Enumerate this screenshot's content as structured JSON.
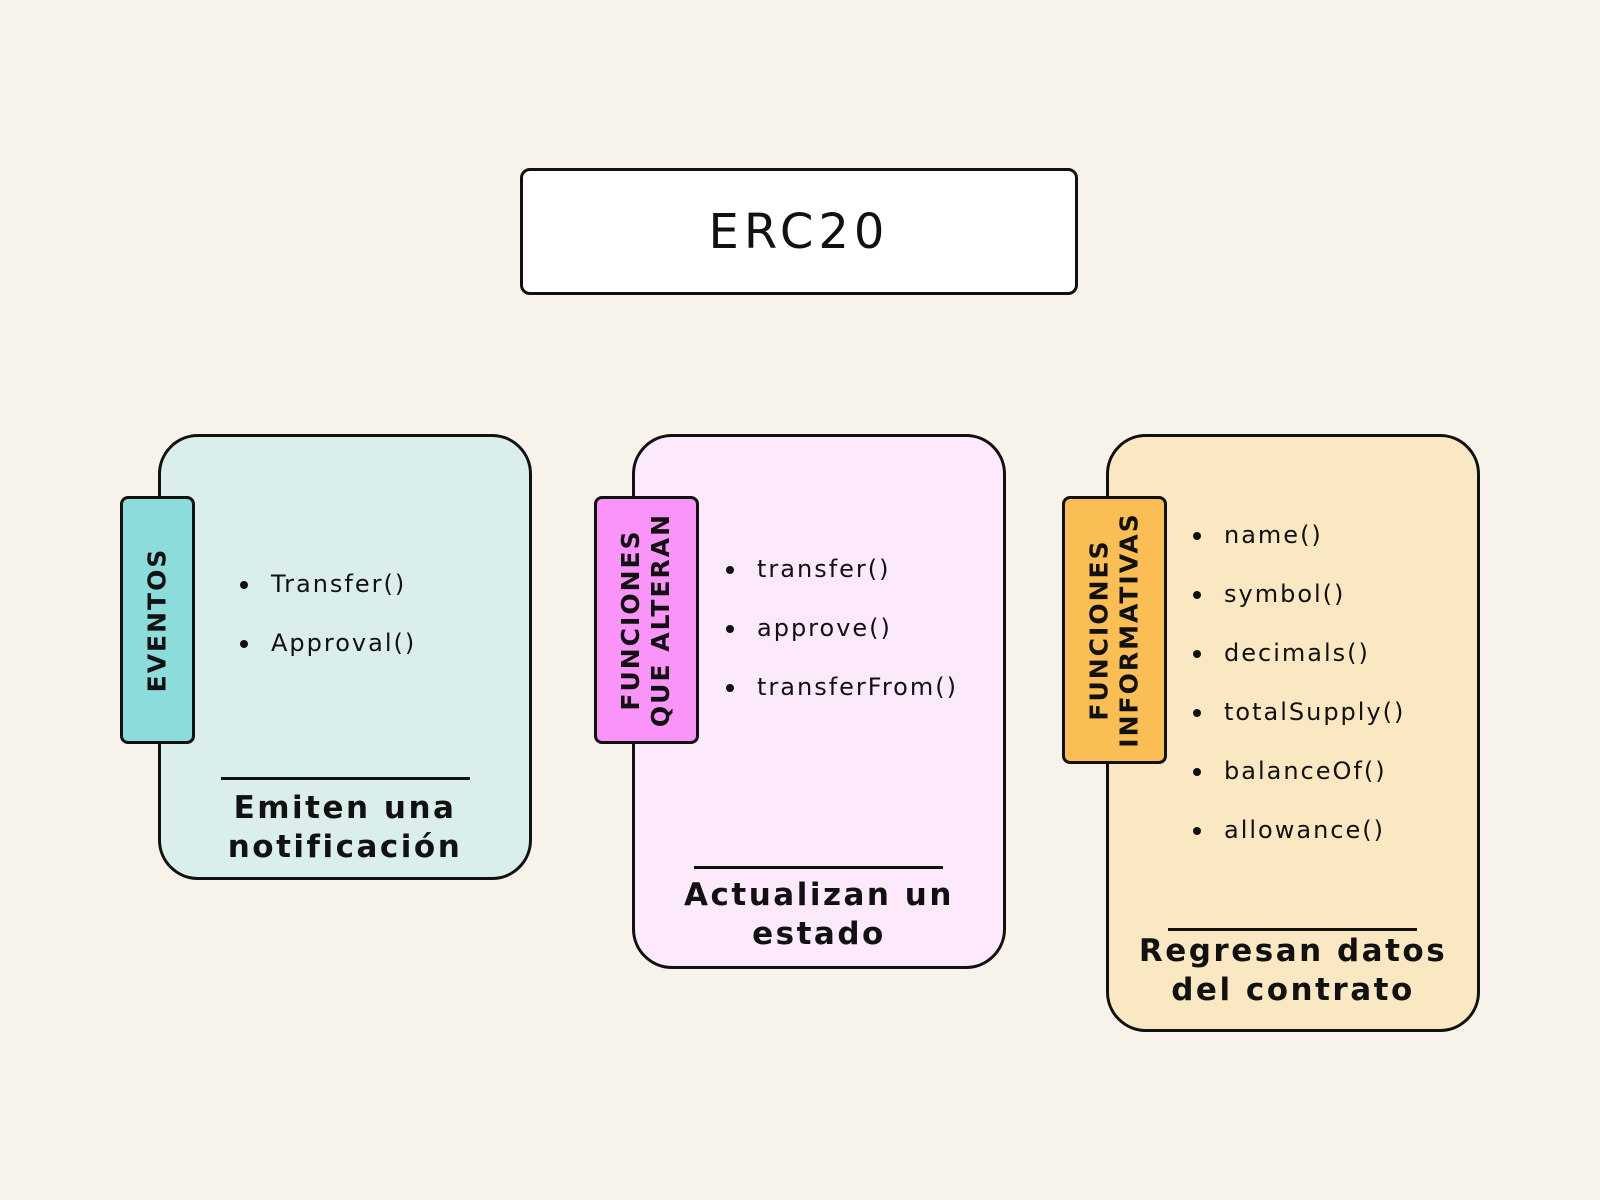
{
  "title": "ERC20",
  "colors": {
    "background": "#f7f2ea",
    "events_card": "#daeeec",
    "events_tab": "#8ddcdc",
    "altering_card": "#fde9fc",
    "altering_tab": "#fb94f9",
    "info_card": "#f9e8c2",
    "info_tab": "#fbbe55"
  },
  "cards": [
    {
      "tab_lines": [
        "EVENTOS"
      ],
      "items": [
        "Transfer()",
        "Approval()"
      ],
      "caption_lines": [
        "Emiten una",
        "notificación"
      ]
    },
    {
      "tab_lines": [
        "FUNCIONES",
        "QUE ALTERAN"
      ],
      "items": [
        "transfer()",
        "approve()",
        "transferFrom()"
      ],
      "caption_lines": [
        "Actualizan un",
        "estado"
      ]
    },
    {
      "tab_lines": [
        "FUNCIONES",
        "INFORMATIVAS"
      ],
      "items": [
        "name()",
        "symbol()",
        "decimals()",
        "totalSupply()",
        "balanceOf()",
        "allowance()"
      ],
      "caption_lines": [
        "Regresan datos",
        "del contrato"
      ]
    }
  ]
}
